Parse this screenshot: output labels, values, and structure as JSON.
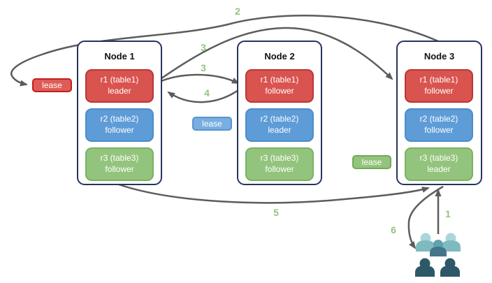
{
  "nodes": [
    {
      "title": "Node 1",
      "replicas": [
        {
          "label": "r1 (table1)",
          "role": "leader",
          "color": "#d9534f"
        },
        {
          "label": "r2 (table2)",
          "role": "follower",
          "color": "#5e9cd8"
        },
        {
          "label": "r3 (table3)",
          "role": "follower",
          "color": "#93c47d"
        }
      ]
    },
    {
      "title": "Node 2",
      "replicas": [
        {
          "label": "r1 (table1)",
          "role": "follower",
          "color": "#d9534f"
        },
        {
          "label": "r2 (table2)",
          "role": "leader",
          "color": "#5e9cd8"
        },
        {
          "label": "r3 (table3)",
          "role": "follower",
          "color": "#93c47d"
        }
      ]
    },
    {
      "title": "Node 3",
      "replicas": [
        {
          "label": "r1 (table1)",
          "role": "follower",
          "color": "#d9534f"
        },
        {
          "label": "r2 (table2)",
          "role": "follower",
          "color": "#5e9cd8"
        },
        {
          "label": "r3 (table3)",
          "role": "leader",
          "color": "#93c47d"
        }
      ]
    }
  ],
  "leases": [
    {
      "label": "lease",
      "color": "#df5b57"
    },
    {
      "label": "lease",
      "color": "#79aee0"
    },
    {
      "label": "lease",
      "color": "#93c47d"
    }
  ],
  "steps": {
    "s1": "1",
    "s2": "2",
    "s3a": "3",
    "s3b": "3",
    "s4": "4",
    "s5": "5",
    "s6": "6"
  },
  "client": {
    "icon": "users-group-icon"
  },
  "colors": {
    "node_border": "#24365c",
    "arrow": "#5c5c5c",
    "step_number": "#93c47d",
    "red": "#d9534f",
    "blue": "#5e9cd8",
    "green": "#93c47d",
    "client_light": "#a9d6da",
    "client_mid": "#5fa3ac",
    "client_dark": "#2d5868"
  }
}
